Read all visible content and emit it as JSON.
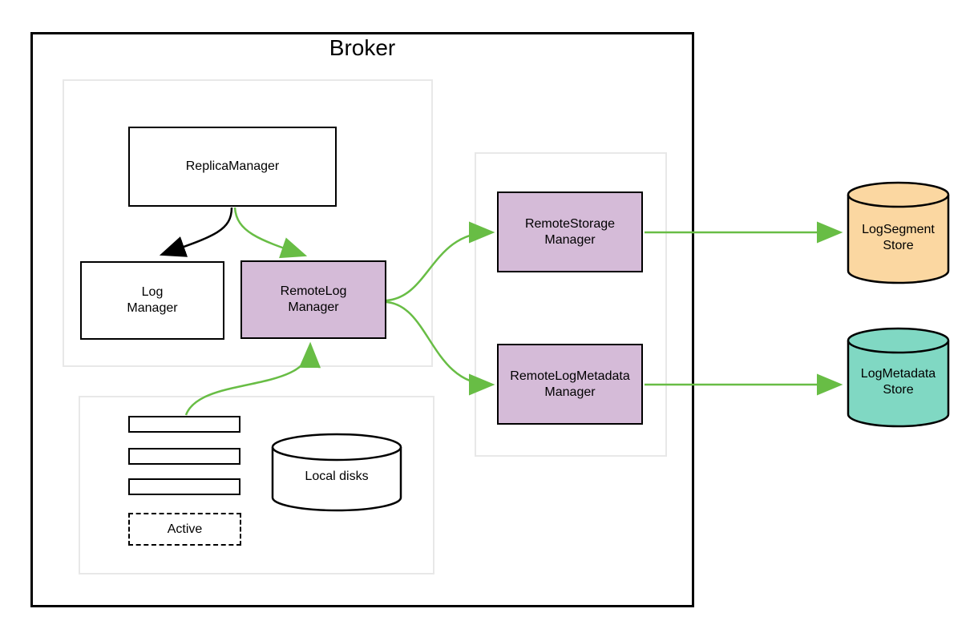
{
  "diagram": {
    "title": "Broker",
    "colors": {
      "node_purple": "#d5bbd8",
      "store_orange": "#fbd7a1",
      "store_teal": "#80d8c3",
      "arrow_green": "#68bd45",
      "arrow_black": "#000000",
      "node_border": "#000000",
      "group_border": "#e8e8e8"
    },
    "nodes": {
      "replica_manager": {
        "label": "ReplicaManager"
      },
      "log_manager": {
        "label": "Log\nManager"
      },
      "remote_log_manager": {
        "label": "RemoteLog\nManager"
      },
      "remote_storage_manager": {
        "label": "RemoteStorage\nManager"
      },
      "remote_log_metadata_manager": {
        "label": "RemoteLogMetadata\nManager"
      },
      "active_segment": {
        "label": "Active"
      },
      "local_disks": {
        "label": "Local disks"
      },
      "log_segment_store": {
        "label": "LogSegment\nStore"
      },
      "log_metadata_store": {
        "label": "LogMetadata\nStore"
      }
    },
    "edges": [
      {
        "from": "ReplicaManager",
        "to": "Log Manager",
        "color": "black"
      },
      {
        "from": "ReplicaManager",
        "to": "RemoteLog Manager",
        "color": "green"
      },
      {
        "from": "Log segments",
        "to": "RemoteLog Manager",
        "color": "green"
      },
      {
        "from": "RemoteLog Manager",
        "to": "RemoteStorage Manager",
        "color": "green"
      },
      {
        "from": "RemoteLog Manager",
        "to": "RemoteLogMetadata Manager",
        "color": "green"
      },
      {
        "from": "RemoteStorage Manager",
        "to": "LogSegment Store",
        "color": "green"
      },
      {
        "from": "RemoteLogMetadata Manager",
        "to": "LogMetadata Store",
        "color": "green"
      }
    ]
  }
}
